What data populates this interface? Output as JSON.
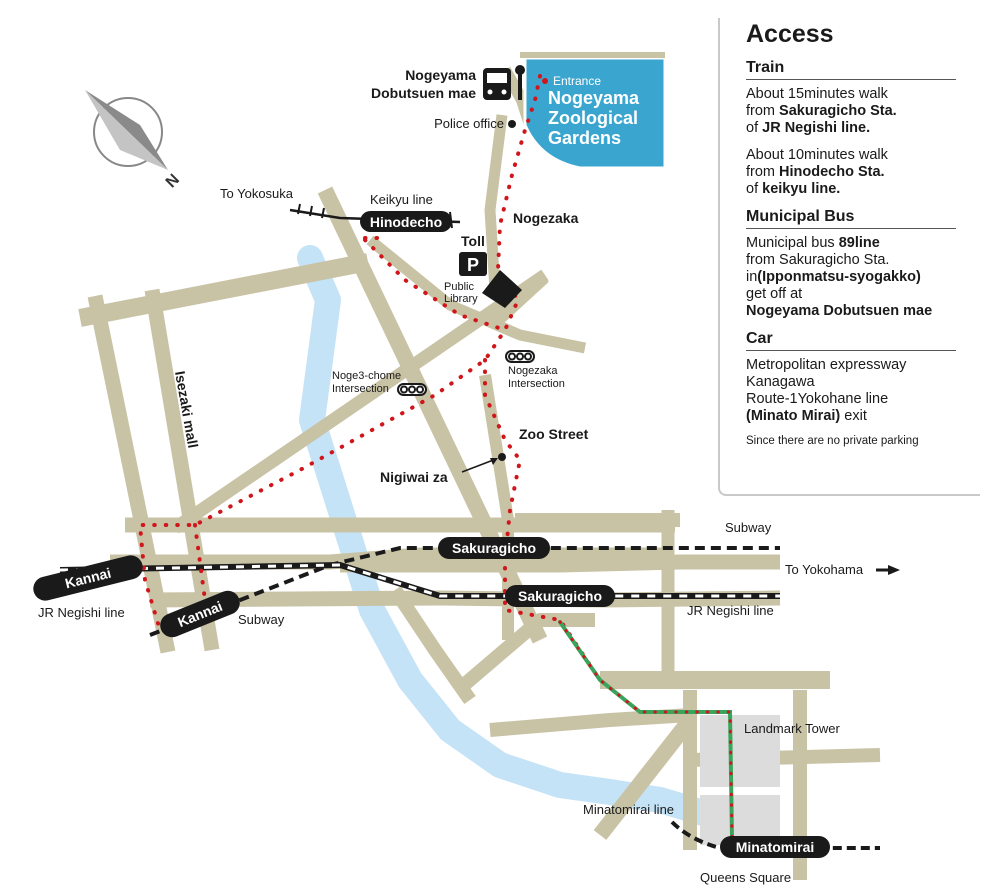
{
  "access": {
    "title": "Access",
    "train": {
      "heading": "Train",
      "walk1": {
        "a": "About 15minutes walk",
        "b": "from ",
        "c": "Sakuragicho Sta.",
        "d": "of ",
        "e": "JR Negishi line."
      },
      "walk2": {
        "a": "About 10minutes walk",
        "b": "from ",
        "c": "Hinodecho Sta.",
        "d": "of ",
        "e": "keikyu line."
      }
    },
    "bus": {
      "heading": "Municipal Bus",
      "a": "Municipal bus ",
      "b": "89line",
      "c": "from Sakuragicho Sta.",
      "d": "in",
      "e": "(Ipponmatsu-syogakko)",
      "f": "get off at",
      "g": "Nogeyama Dobutsuen mae"
    },
    "car": {
      "heading": "Car",
      "a": "Metropolitan expressway",
      "b": "Kanagawa",
      "c": "Route-1Yokohane line",
      "d": "(Minato Mirai)",
      "e": " exit",
      "note": "Since there are no private parking"
    }
  },
  "map": {
    "compass_letter": "N",
    "zoo": {
      "entrance": "Entrance",
      "line1": "Nogeyama",
      "line2": "Zoological",
      "line3": "Gardens"
    },
    "bus_stop": {
      "line1": "Nogeyama",
      "line2": "Dobutsuen mae"
    },
    "police": "Police office",
    "to_yokosuka": "To Yokosuka",
    "keikyu": "Keikyu line",
    "hinodecho": "Hinodecho",
    "nogezaka": "Nogezaka",
    "toll": "Toll",
    "parking": "P",
    "library": {
      "line1": "Public",
      "line2": "Library"
    },
    "noge3": {
      "line1": "Noge3-chome",
      "line2": "Intersection"
    },
    "nogezaka_int": {
      "line1": "Nogezaka",
      "line2": "Intersection"
    },
    "isezaki": "Isezaki mall",
    "zoo_street": "Zoo Street",
    "nigiwai": "Nigiwai za",
    "subway_r": "Subway",
    "sakuragicho_subway": "Sakuragicho",
    "kannai_jr": "Kannai",
    "to_yokohama": "To Yokohama",
    "sakuragicho_jr": "Sakuragicho",
    "jr_negishi_l": "JR Negishi line",
    "kannai_subway": "Kannai",
    "subway_l": "Subway",
    "jr_negishi_r": "JR Negishi line",
    "landmark": "Landmark Tower",
    "minatomirai_line": "Minatomirai line",
    "minatomirai": "Minatomirai",
    "queens": "Queens Square"
  },
  "colors": {
    "road": "#c9c3a6",
    "river": "#c5e3f6",
    "zoo": "#3aa6cf",
    "route": "#d0161b",
    "route_green": "#3aa35c",
    "building": "#dcdcdc"
  }
}
